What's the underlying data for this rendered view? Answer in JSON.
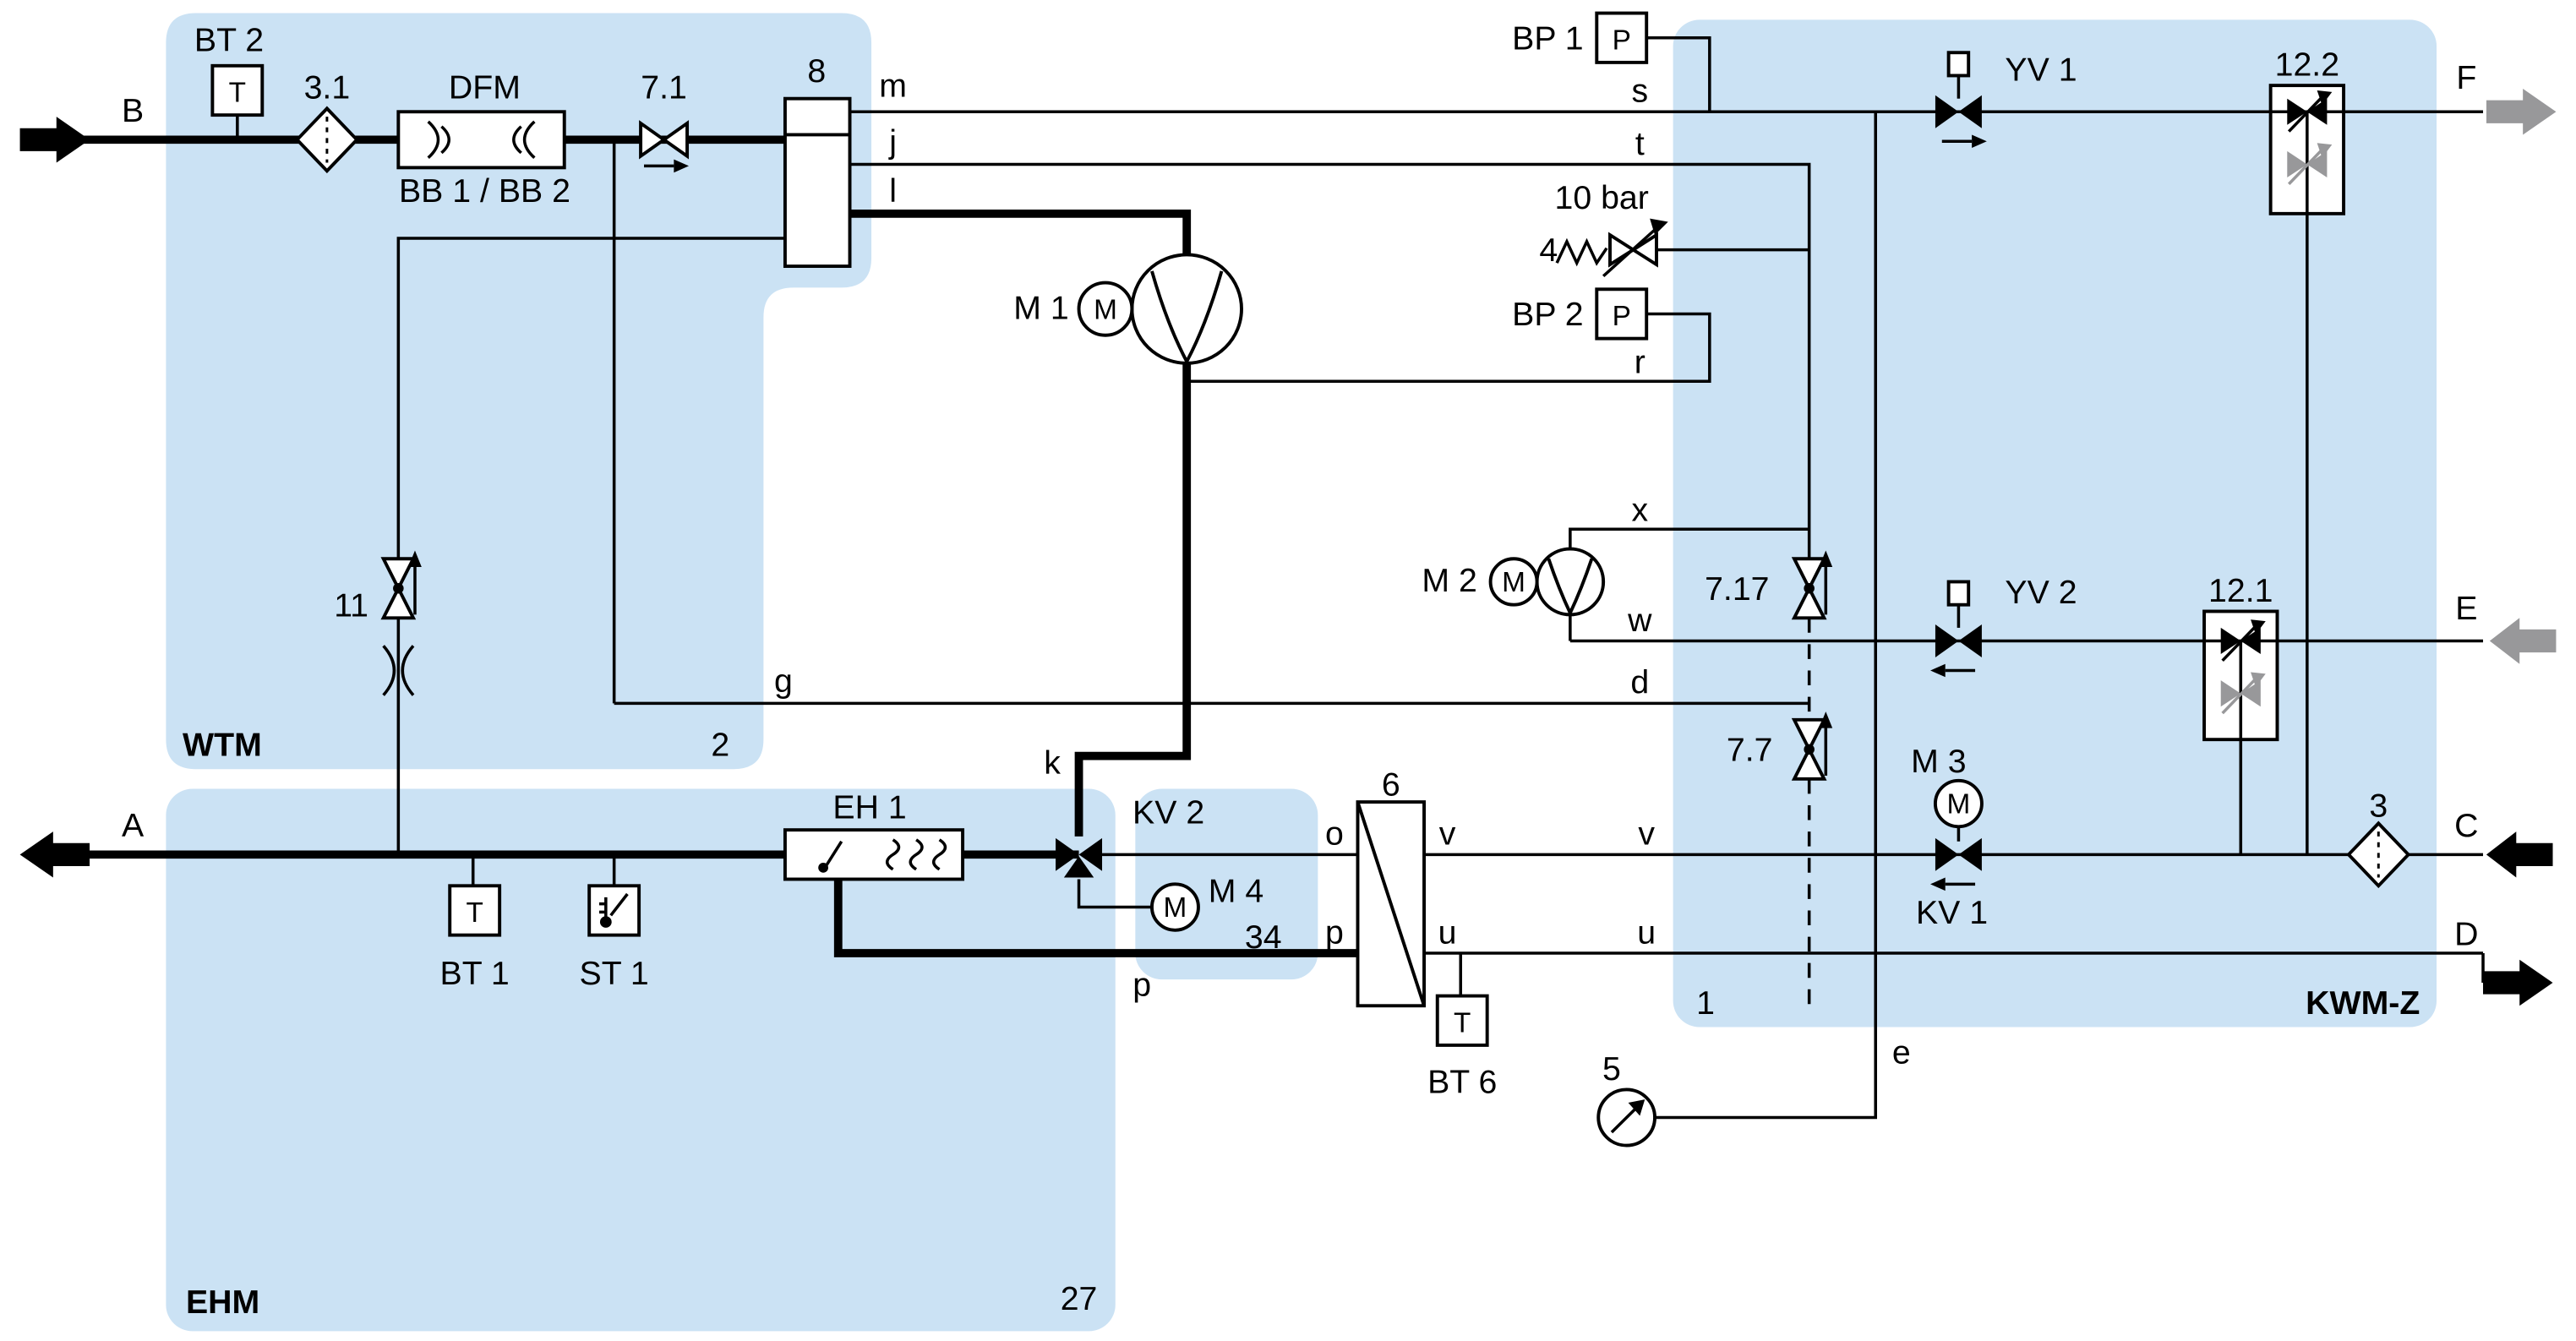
{
  "diagram_type": "hydraulic piping schematic",
  "colors": {
    "region_fill": "#cbe2f4",
    "line": "#000000",
    "gray_accent": "#98989a"
  },
  "labels": {
    "port_b": "B",
    "port_a": "A",
    "port_c": "C",
    "port_d": "D",
    "port_e": "E",
    "port_f": "F",
    "bt2": "BT 2",
    "bt1": "BT 1",
    "bt6": "BT 6",
    "st1": "ST 1",
    "bp1": "BP 1",
    "bp2": "BP 2",
    "filter_31": "3.1",
    "filter_3": "3",
    "dfm": "DFM",
    "bb": "BB 1 / BB 2",
    "valve_71": "7.1",
    "valve_717": "7.17",
    "valve_77": "7.7",
    "valve_11": "11",
    "vessel_8": "8",
    "exchanger_6": "6",
    "gauge_5": "5",
    "relief_4": "4",
    "pressure_10bar": "10 bar",
    "num_2": "2",
    "num_1": "1",
    "num_27": "27",
    "num_34": "34",
    "assembly_122": "12.2",
    "assembly_121": "12.1",
    "m1": "M 1",
    "m2": "M 2",
    "m3": "M 3",
    "m4": "M 4",
    "yv1": "YV 1",
    "yv2": "YV 2",
    "kv1": "KV 1",
    "kv2": "KV 2",
    "eh1": "EH 1",
    "region_wtm": "WTM",
    "region_ehm": "EHM",
    "region_kwmz": "KWM-Z",
    "line_m": "m",
    "line_j": "j",
    "line_l": "l",
    "line_g": "g",
    "line_d": "d",
    "line_k": "k",
    "line_o": "o",
    "line_p": "p",
    "line_v": "v",
    "line_u": "u",
    "line_s": "s",
    "line_t": "t",
    "line_r": "r",
    "line_x": "x",
    "line_w": "w",
    "line_e": "e"
  },
  "letters": {
    "temperature": "T",
    "pressure": "P",
    "motor": "M"
  }
}
